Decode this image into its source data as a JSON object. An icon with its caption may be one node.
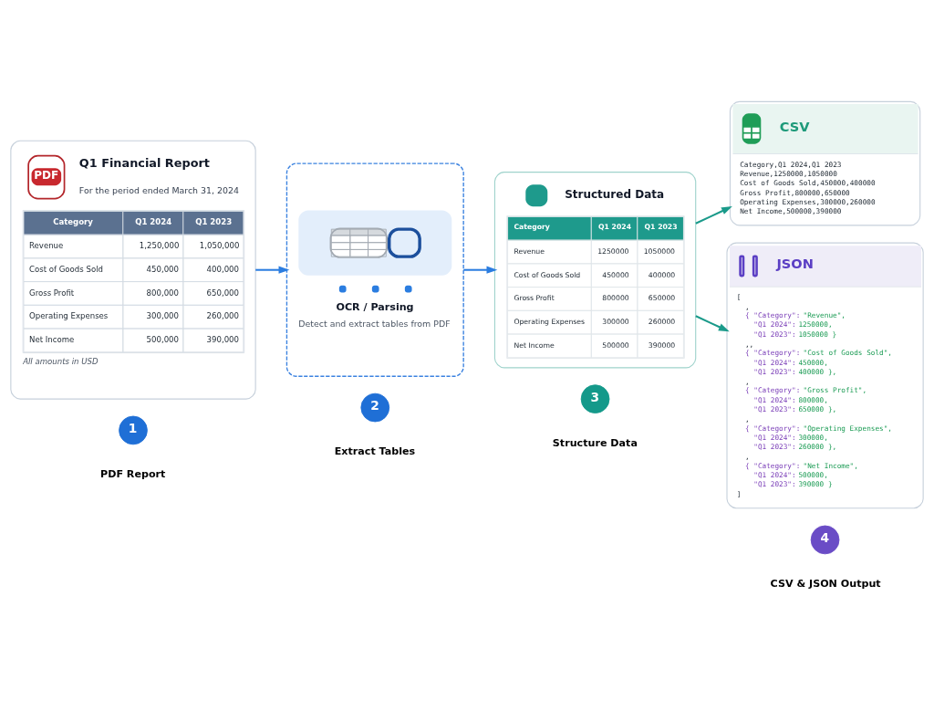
{
  "diagram": {
    "nodes": [
      {
        "text": [
          "PDF",
          "Q1 Financial Report",
          "For the period ended March 31, 2024",
          "Category",
          "Q1 2024",
          "Q1 2023",
          "Revenue",
          "1,250,000",
          "1,050,000",
          "Cost of Goods Sold",
          "450,000",
          "400,000",
          "Gross Profit",
          "800,000",
          "650,000",
          "Operating Expenses",
          "300,000",
          "260,000",
          "Net Income",
          "500,000",
          "390,000",
          "All amounts in USD"
        ]
      },
      {
        "text": [
          "OCR / Parsing",
          "Detect and extract tables from PDF"
        ]
      },
      {
        "text": [
          "Structured Data",
          "Category",
          "Q1 2024",
          "Q1 2023",
          "Revenue",
          "1250000",
          "1050000",
          "Cost of Goods Sold",
          "450000",
          "400000",
          "Gross Profit",
          "800000",
          "650000",
          "Operating Expenses",
          "300000",
          "260000",
          "Net Income",
          "500000",
          "390000"
        ]
      },
      {
        "text": [
          "CSV",
          "Category,Q1 2024,Q1 2023",
          "Revenue,1250000,1050000",
          "Cost of Goods Sold,450000,400000",
          "Gross Profit,800000,650000",
          "Operating Expenses,300000,260000",
          "Net Income,500000,390000"
        ]
      },
      {
        "text": [
          "JSON",
          "[",
          ",",
          "{ \"Category\": \"Revenue\",",
          "\"Q1 2024\": 1250000,",
          "\"Q1 2023\": 1050000 }",
          ",,",
          "{ \"Category\": \"Cost of Goods Sold\",",
          "\"Q1 2024\": 450000,",
          "\"Q1 2023\": 400000 },",
          ",",
          "{ \"Category\": \"Gross Profit\",",
          "\"Q1 2024\": 800000,",
          "\"Q1 2023\": 650000 },",
          ",",
          "{ \"Category\": \"Operating Expenses\",",
          "\"Q1 2024\": 300000,",
          "\"Q1 2023\": 260000 },",
          ",",
          "{ \"Category\": \"Net Income\",",
          "\"Q1 2024\": 500000,",
          "\"Q1 2023\": 390000 }",
          "]"
        ]
      },
      {
        "text": [
          "1"
        ],
        "beside": [
          "PDF Report"
        ]
      },
      {
        "text": [
          "2"
        ],
        "beside": [
          "Extract Tables"
        ]
      },
      {
        "text": [
          "3"
        ],
        "beside": [
          "Structure Data"
        ]
      },
      {
        "text": [
          "4"
        ],
        "beside": [
          "CSV & JSON Output"
        ]
      }
    ],
    "edges": [
      {
        "from": 0,
        "to": 1,
        "arrow": "to"
      },
      {
        "from": 1,
        "to": 2,
        "arrow": "to"
      },
      {
        "from": 2,
        "to": 3,
        "arrow": "to",
        "color": "#1a9a8a"
      },
      {
        "from": 2,
        "to": 4,
        "arrow": "to",
        "color": "#1a9a8a"
      }
    ]
  }
}
